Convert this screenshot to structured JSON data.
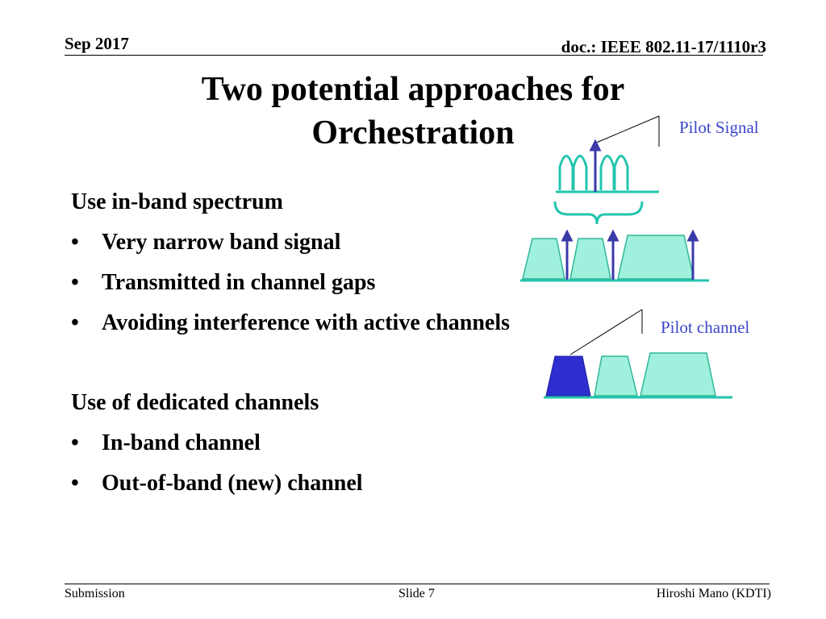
{
  "header": {
    "date": "Sep 2017",
    "doc": "doc.: IEEE 802.11-17/1110r3"
  },
  "title": {
    "line1": "Two potential approaches for",
    "line2": "Orchestration"
  },
  "content": {
    "section1": {
      "heading": "Use in-band spectrum",
      "bullets": [
        "Very narrow band signal",
        "Transmitted in channel gaps",
        "Avoiding interference with active channels"
      ]
    },
    "section2": {
      "heading": "Use of dedicated channels",
      "bullets": [
        "In-band channel",
        "Out-of-band (new) channel"
      ]
    }
  },
  "diagram": {
    "pilot_signal_label": "Pilot Signal",
    "pilot_channel_label": "Pilot channel",
    "colors": {
      "channel_fill": "#9ff0dc",
      "channel_stroke": "#2fb89a",
      "baseline": "#22c5ad",
      "arrow": "#3a3aa8",
      "pilot_channel": "#2d2dd0",
      "label": "#3b45c9"
    }
  },
  "footer": {
    "left": "Submission",
    "center": "Slide 7",
    "right": "Hiroshi Mano (KDTI)"
  }
}
